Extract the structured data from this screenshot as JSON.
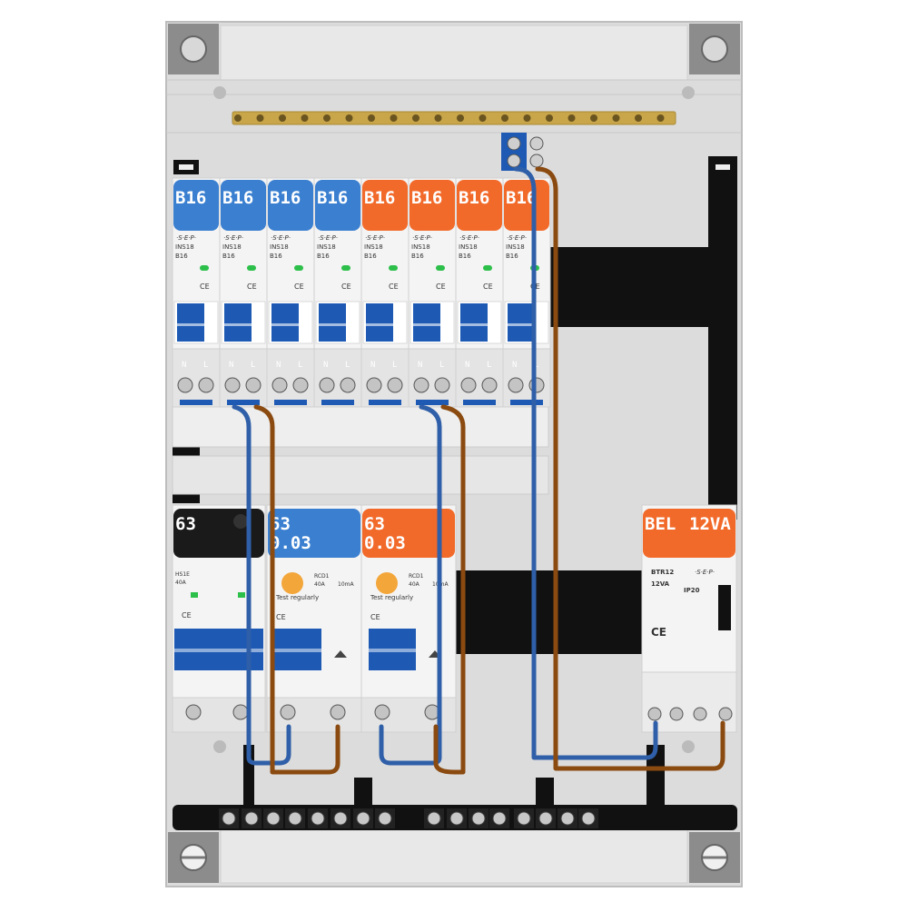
{
  "colors": {
    "blue": "#3a7fd0",
    "orange": "#f26a2a",
    "black": "#1a1a1a",
    "lever": "#1e5ab4",
    "busbar": "#c9a64a",
    "wire_blue": "#2f5fa8",
    "wire_brown": "#8a4a10",
    "din_rail": "#111111",
    "enclosure": "#dcdcdc"
  },
  "mcb_row": {
    "brand": "·S·E·P·",
    "model": "INS18",
    "breakers": [
      {
        "label": "B16",
        "rating": "B16",
        "color": "blue"
      },
      {
        "label": "B16",
        "rating": "B16",
        "color": "blue"
      },
      {
        "label": "B16",
        "rating": "B16",
        "color": "blue"
      },
      {
        "label": "B16",
        "rating": "B16",
        "color": "blue"
      },
      {
        "label": "B16",
        "rating": "B16",
        "color": "orange"
      },
      {
        "label": "B16",
        "rating": "B16",
        "color": "orange"
      },
      {
        "label": "B16",
        "rating": "B16",
        "color": "orange"
      },
      {
        "label": "B16",
        "rating": "B16",
        "color": "orange"
      }
    ],
    "terminal_letters": [
      "N",
      "L"
    ]
  },
  "main_row": {
    "main_switch": {
      "label": "63",
      "model": "HS1E",
      "rating": "40A",
      "color": "black"
    },
    "rcds": [
      {
        "label_line1": "63",
        "label_line2": "0.03",
        "model": "RCD1",
        "rating": "40A",
        "sensitivity": "10mA",
        "test_text": "Test regularly",
        "color": "blue"
      },
      {
        "label_line1": "63",
        "label_line2": "0.03",
        "model": "RCD1",
        "rating": "40A",
        "sensitivity": "10mA",
        "test_text": "Test regularly",
        "color": "orange"
      }
    ]
  },
  "bell_transformer": {
    "label_left": "BEL",
    "label_right": "12VA",
    "model": "BTR12",
    "rating": "12VA",
    "ip": "IP20",
    "brand": "·S·E·P·",
    "mark": "CE",
    "color": "orange"
  }
}
